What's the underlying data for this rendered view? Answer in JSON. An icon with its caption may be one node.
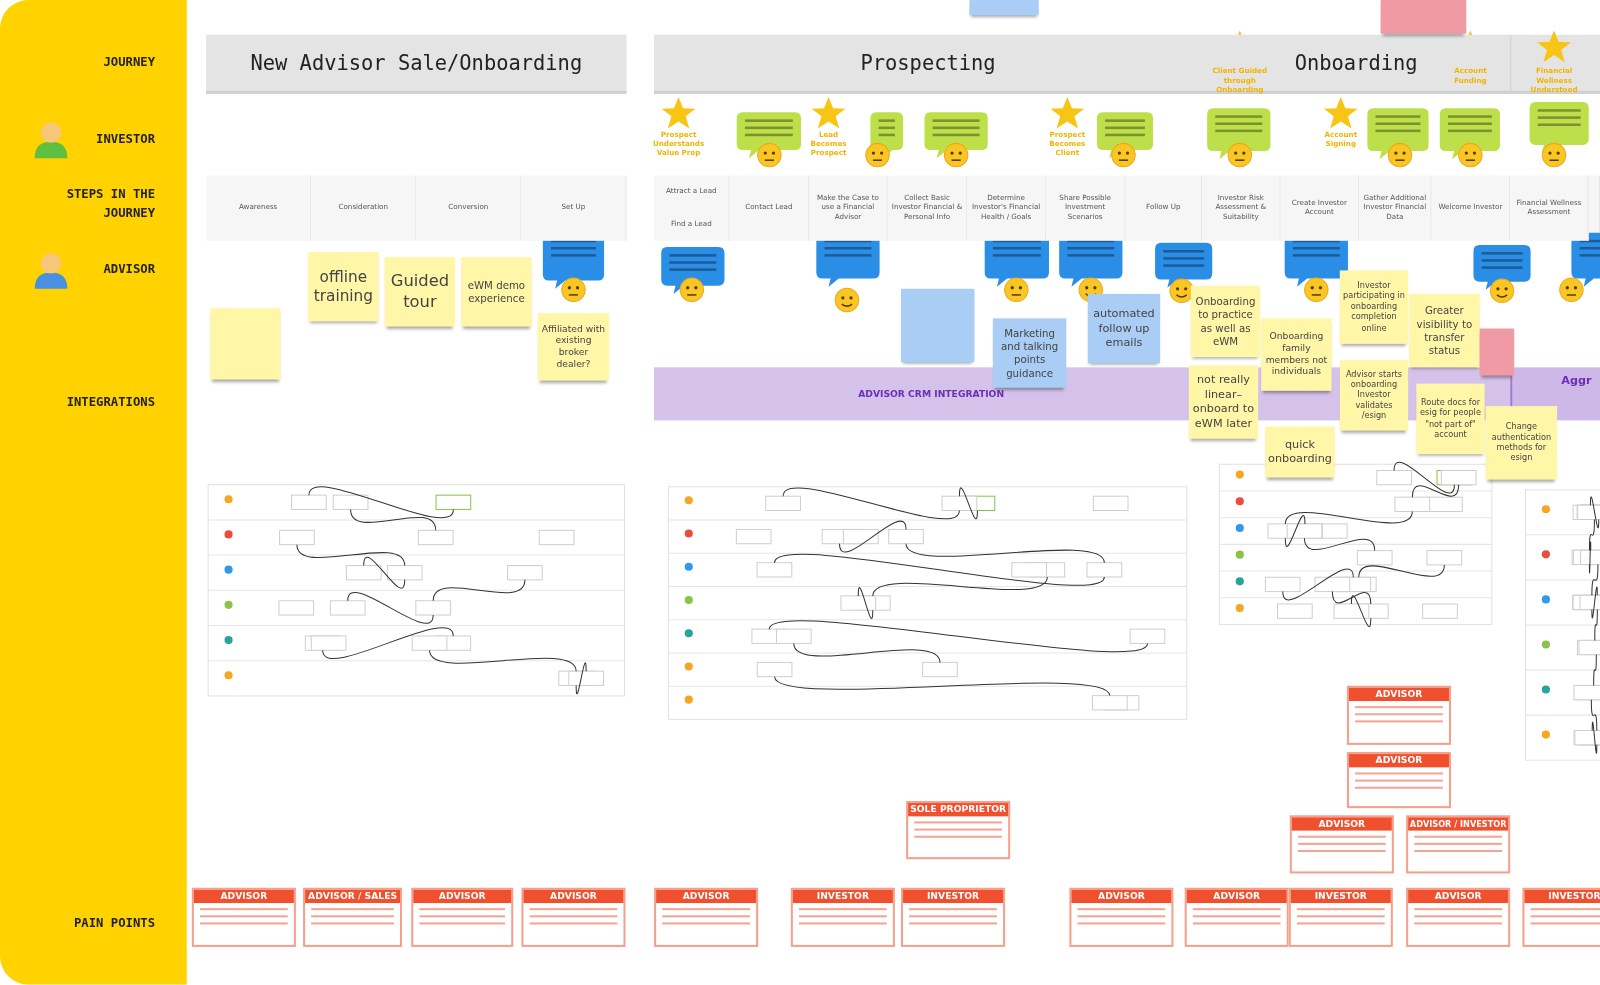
{
  "diagram": {
    "nodes": [
      {
        "text": [
          "New Advisor Sale/Onboarding"
        ]
      },
      {
        "text": [
          "Prospecting"
        ]
      },
      {
        "text": [
          "Onboarding"
        ]
      },
      {
        "text": [
          "Awareness"
        ]
      },
      {
        "text": [
          "Consideration"
        ]
      },
      {
        "text": [
          "Conversion"
        ]
      },
      {
        "text": [
          "Set Up"
        ]
      },
      {
        "text": [
          "Attract a Lead"
        ]
      },
      {
        "text": [
          "Find a Lead"
        ]
      },
      {
        "text": [
          "Contact Lead"
        ]
      },
      {
        "text": [
          "Make the Case to use a Financial Advisor"
        ]
      },
      {
        "text": [
          "Collect Basic Investor Financial & Personal Info"
        ]
      },
      {
        "text": [
          "Determine Investor's Financial Health / Goals"
        ]
      },
      {
        "text": [
          "Share Possible Investment Scenarios"
        ]
      },
      {
        "text": [
          "Follow Up"
        ]
      },
      {
        "text": [
          "Investor Risk Assessment & Suitability"
        ]
      },
      {
        "text": [
          "Create Investor Account"
        ]
      },
      {
        "text": [
          "Gather Additional Investor Financial Data"
        ]
      },
      {
        "text": [
          "Welcome Investor"
        ]
      },
      {
        "text": [
          "Financial Wellness Assessment"
        ]
      },
      {
        "text": [
          "ADVISOR CRM INTEGRATION"
        ]
      },
      {
        "text": [],
        "shape": "box"
      },
      {
        "text": [
          "offline training"
        ]
      },
      {
        "text": [
          "Guided tour"
        ]
      },
      {
        "text": [
          "eWM demo experience"
        ]
      },
      {
        "text": [
          "Affiliated with existing broker dealer?"
        ]
      },
      {
        "text": [],
        "shape": "box"
      },
      {
        "text": [
          "Marketing and talking points guidance"
        ]
      },
      {
        "text": [
          "automated follow up emails"
        ]
      },
      {
        "text": [
          "Onboarding to practice as well as eWM"
        ]
      },
      {
        "text": [
          "not really linear– onboard to eWM later"
        ]
      },
      {
        "text": [
          "Onboarding family members not individuals"
        ]
      },
      {
        "text": [
          "quick onboarding"
        ]
      },
      {
        "text": [
          "Investor participating in onboarding completion online"
        ]
      },
      {
        "text": [
          "Advisor starts onboarding Investor validates /esign"
        ]
      },
      {
        "text": [
          "Greater visibility to transfer status"
        ]
      },
      {
        "text": [],
        "shape": "box"
      },
      {
        "text": [
          "Route docs for esig for people \"not part of\" account"
        ]
      },
      {
        "text": [
          "Change authentication methods for esign"
        ]
      },
      {
        "text": [],
        "shape": "box"
      },
      {
        "text": [],
        "shape": "box"
      },
      {
        "text": [
          "SOLE PROPRIETOR"
        ]
      },
      {
        "text": [
          "ADVISOR"
        ]
      },
      {
        "text": [
          "ADVISOR"
        ]
      },
      {
        "text": [
          "ADVISOR"
        ]
      },
      {
        "text": [
          "ADVISOR / INVESTOR"
        ]
      },
      {
        "text": [
          "ADVISOR"
        ]
      },
      {
        "text": [
          "ADVISOR / SALES"
        ]
      },
      {
        "text": [
          "ADVISOR"
        ]
      },
      {
        "text": [
          "ADVISOR"
        ]
      },
      {
        "text": [
          "ADVISOR"
        ]
      },
      {
        "text": [
          "INVESTOR"
        ]
      },
      {
        "text": [
          "INVESTOR"
        ]
      },
      {
        "text": [
          "ADVISOR"
        ]
      },
      {
        "text": [
          "ADVISOR"
        ]
      },
      {
        "text": [
          "INVESTOR"
        ]
      },
      {
        "text": [
          "ADVISOR"
        ]
      },
      {
        "text": [
          "INVESTOR"
        ]
      }
    ],
    "labels": [
      "JOURNEY",
      "INVESTOR",
      "STEPS IN THE JOURNEY",
      "ADVISOR",
      "INTEGRATIONS",
      "PAIN POINTS",
      "Prospect Understands Value Prop",
      "Lead Becomes Prospect",
      "Prospect Becomes Client",
      "Client Guided through Onboarding",
      "Account Signing",
      "Account Funding",
      "Financial Wellness Understood",
      "Aggr"
    ]
  }
}
